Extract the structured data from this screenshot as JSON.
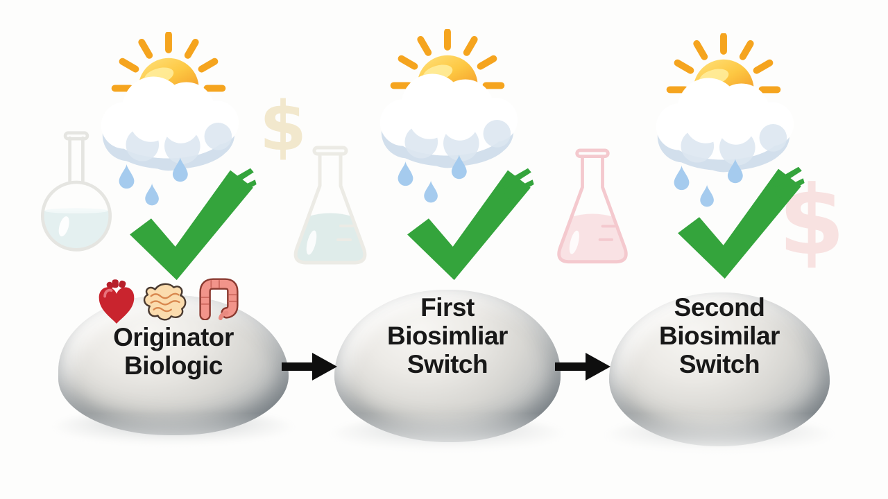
{
  "figure": {
    "description_visible_text_only": true,
    "background_color": "#fdfdfc",
    "text_color": "#181818"
  },
  "steps": [
    {
      "id": "originator-biologic",
      "label": "Originator Biologic",
      "label_lines": [
        "Originator",
        "Biologic"
      ],
      "weather_icon": "sun-behind-rain-cloud-icon",
      "status_icon": "green-checkmark-icon",
      "organ_icons": [
        "heart-icon",
        "small-intestine-icon",
        "large-intestine-icon"
      ]
    },
    {
      "id": "first-biosimilar-switch",
      "label": "First Biosimliar Switch",
      "label_lines": [
        "First",
        "Biosimliar",
        "Switch"
      ],
      "weather_icon": "sun-behind-rain-cloud-icon",
      "status_icon": "green-checkmark-icon",
      "organ_icons": []
    },
    {
      "id": "second-biosimilar-switch",
      "label": "Second Biosimilar Switch",
      "label_lines": [
        "Second",
        "Biosimilar",
        "Switch"
      ],
      "weather_icon": "sun-behind-rain-cloud-icon",
      "status_icon": "green-checkmark-icon",
      "organ_icons": []
    }
  ],
  "connectors": [
    {
      "icon": "arrow-right-icon",
      "from": "originator-biologic",
      "to": "first-biosimilar-switch"
    },
    {
      "icon": "arrow-right-icon",
      "from": "first-biosimilar-switch",
      "to": "second-biosimilar-switch"
    }
  ],
  "watermarks": {
    "dollar_glyph": "$",
    "icons": [
      "round-bottom-flask-icon",
      "dollar-sign-icon",
      "erlenmeyer-flask-icon",
      "erlenmeyer-flask-icon",
      "dollar-sign-icon"
    ]
  },
  "colors": {
    "checkmark_green": "#34a43c",
    "sun_orange": "#f5a41e",
    "raindrop_blue": "#a5cbee",
    "cloud_shade": "#d2dfec",
    "stone_grey_light": "#f7f6f3",
    "stone_grey_dark": "#92989c",
    "arrow_black": "#0e0e0e",
    "heart_red": "#c9242e",
    "small_intestine_peach": "#fbdcae",
    "colon_pink": "#f2948a",
    "watermark_tan": "#f2e8cd",
    "watermark_pink": "#f8e2e1"
  }
}
